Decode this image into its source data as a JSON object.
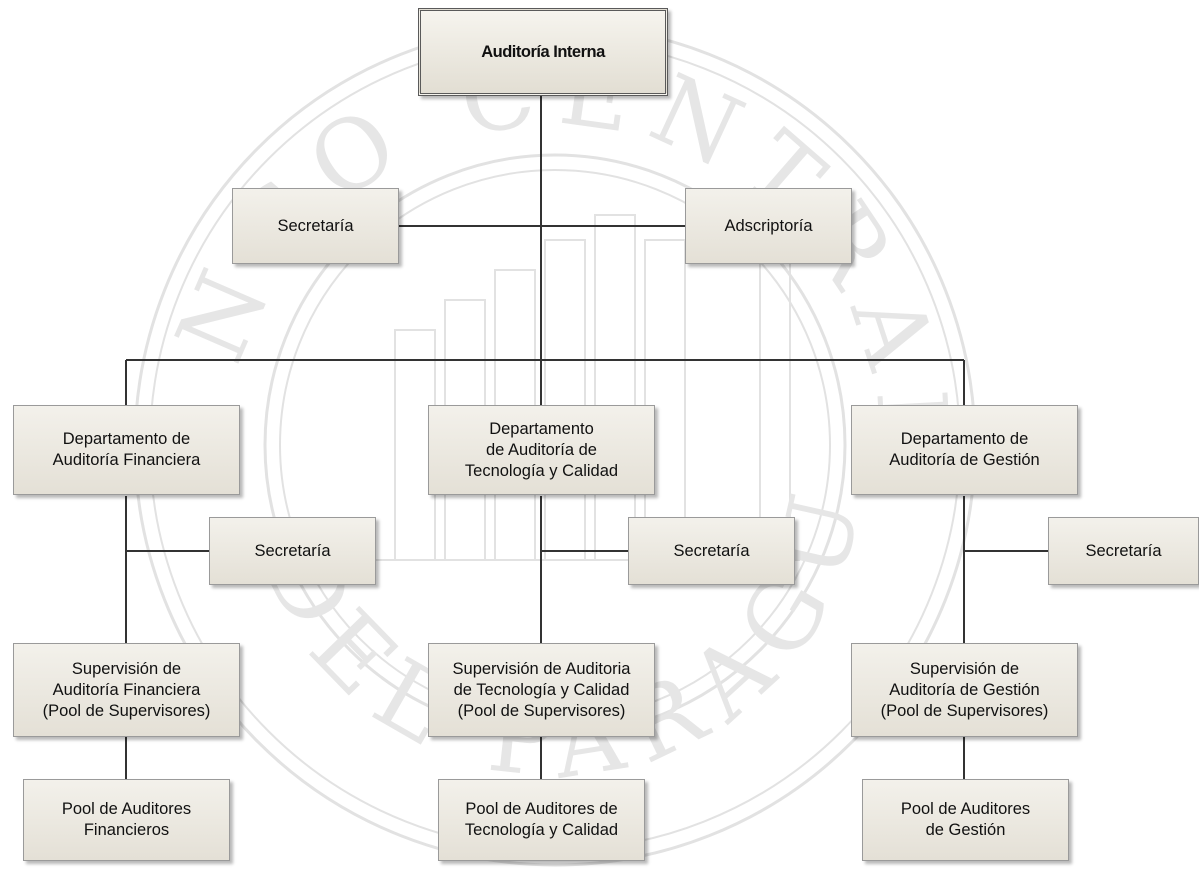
{
  "org_chart": {
    "root": {
      "label": "Auditoría Interna"
    },
    "staff": {
      "left": {
        "label": "Secretaría"
      },
      "right": {
        "label": "Adscriptoría"
      }
    },
    "departments": [
      {
        "label": "Departamento de\nAuditoría Financiera",
        "secretary": "Secretaría",
        "supervision": "Supervisión de\nAuditoría Financiera\n(Pool de Supervisores)",
        "pool": "Pool de Auditores\nFinancieros"
      },
      {
        "label": "Departamento\nde Auditoría de\nTecnología y Calidad",
        "secretary": "Secretaría",
        "supervision": "Supervisión de Auditoria\nde Tecnología y Calidad\n(Pool de Supervisores)",
        "pool": "Pool de Auditores de\nTecnología y Calidad"
      },
      {
        "label": "Departamento de\nAuditoría de Gestión",
        "secretary": "Secretaría",
        "supervision": "Supervisión de\nAuditoría de Gestión\n(Pool de Supervisores)",
        "pool": "Pool de Auditores\nde Gestión"
      }
    ],
    "watermark": "BANCO CENTRAL DEL PARAGUAY",
    "colors": {
      "box_fill": "#ece9e1",
      "line": "#333333",
      "watermark": "#e3e3e3"
    }
  }
}
